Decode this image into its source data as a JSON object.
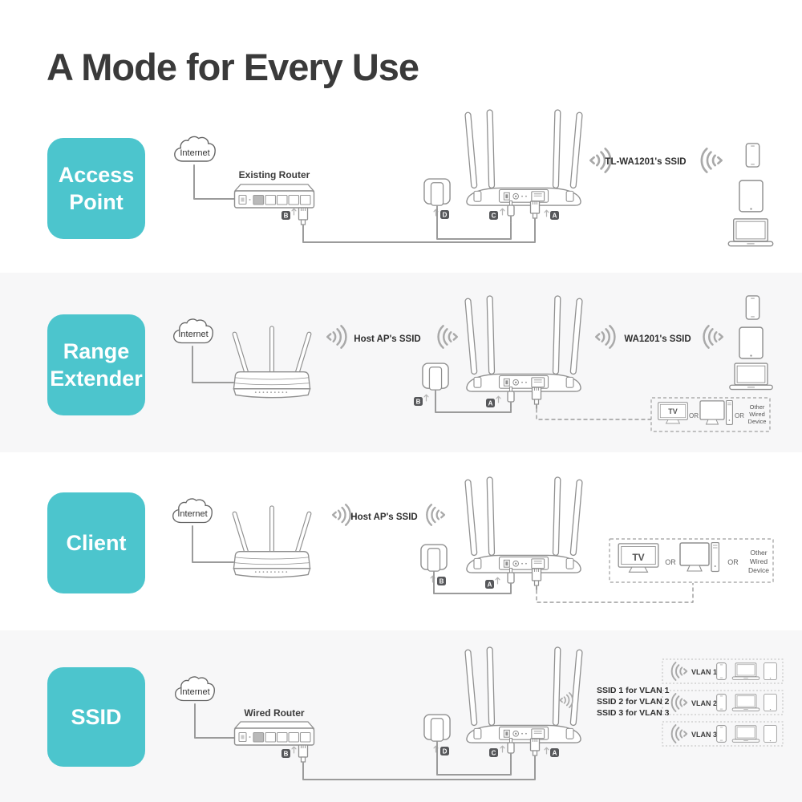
{
  "title": "A Mode for Every Use",
  "modes": [
    "Access\nPoint",
    "Range\nExtender",
    "Client",
    "SSID"
  ],
  "labels": {
    "internet": "Internet",
    "existing_router": "Existing Router",
    "wired_router": "Wired Router",
    "tv": "TV",
    "or": "OR",
    "other_wired": [
      "Other",
      "Wired",
      "Device"
    ]
  },
  "ssids": {
    "ap": "TL-WA1201's SSID",
    "host": "Host AP's SSID",
    "extender": "WA1201's SSID"
  },
  "multi_ssid": [
    "SSID 1 for VLAN 1",
    "SSID 2 for VLAN 2",
    "SSID 3 for VLAN 3"
  ],
  "vlans": [
    "VLAN 1",
    "VLAN 2",
    "VLAN 3"
  ],
  "ports": {
    "a": "A",
    "b": "B",
    "c": "C",
    "d": "D"
  },
  "colors": {
    "teal": "#4cc5cd",
    "band": "#f7f7f8",
    "line": "#9b9b9b",
    "text": "#3a3a3a"
  }
}
